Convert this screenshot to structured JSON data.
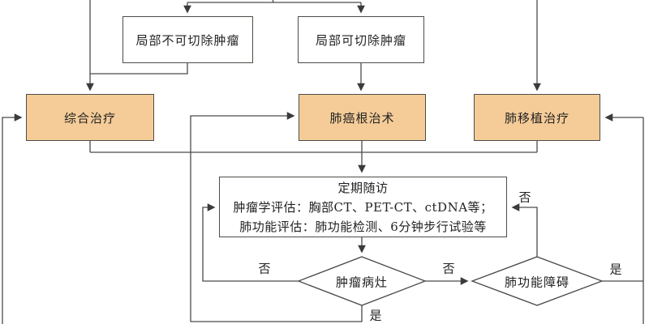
{
  "colors": {
    "bg": "#ffffff",
    "accent_fill": "#f5cc98",
    "box_border": "#4d4d48",
    "line": "#4a4a4a",
    "text": "#222222"
  },
  "nodes": {
    "unresectable": {
      "label": "局部不可切除肿瘤"
    },
    "resectable": {
      "label": "局部可切除肿瘤"
    },
    "comprehensive": {
      "label": "综合治疗"
    },
    "surgery": {
      "label": "肺癌根治术"
    },
    "transplant": {
      "label": "肺移植治疗"
    },
    "followup": {
      "title": "定期随访",
      "oncology_line": "肿瘤学评估：胸部CT、PET-CT、ctDNA等；",
      "pulmonary_line": "肺功能评估：肺功能检测、6分钟步行试验等"
    },
    "tumor_decision": {
      "label": "肿瘤病灶"
    },
    "function_decision": {
      "label": "肺功能障碍"
    }
  },
  "edge_labels": {
    "tumor_no_left": "否",
    "tumor_no_mid": "否",
    "tumor_yes": "是",
    "function_no": "否",
    "function_yes": "是"
  }
}
